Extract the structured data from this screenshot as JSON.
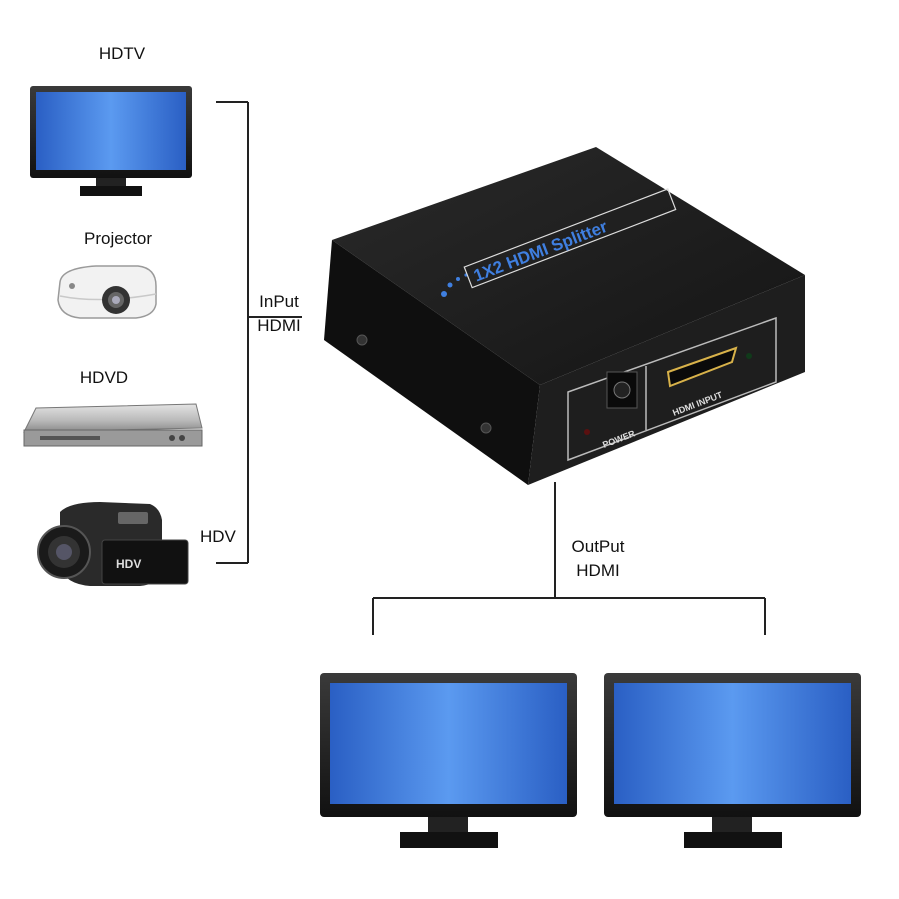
{
  "sources": {
    "hdtv": "HDTV",
    "projector": "Projector",
    "hdvd": "HDVD",
    "hdv": "HDV"
  },
  "input_label": {
    "line1": "InPut",
    "line2": "HDMI"
  },
  "output_label": {
    "line1": "OutPut",
    "line2": "HDMI"
  },
  "device": {
    "brand_text": "1X2 HDMI Splitter",
    "power_label": "POWER",
    "port_label": "HDMI INPUT",
    "camcorder_badge": "HDV"
  },
  "colors": {
    "screen_blue": "#2f6fd6",
    "device_black": "#1b1b1b",
    "brand_blue": "#3f7fe0"
  }
}
